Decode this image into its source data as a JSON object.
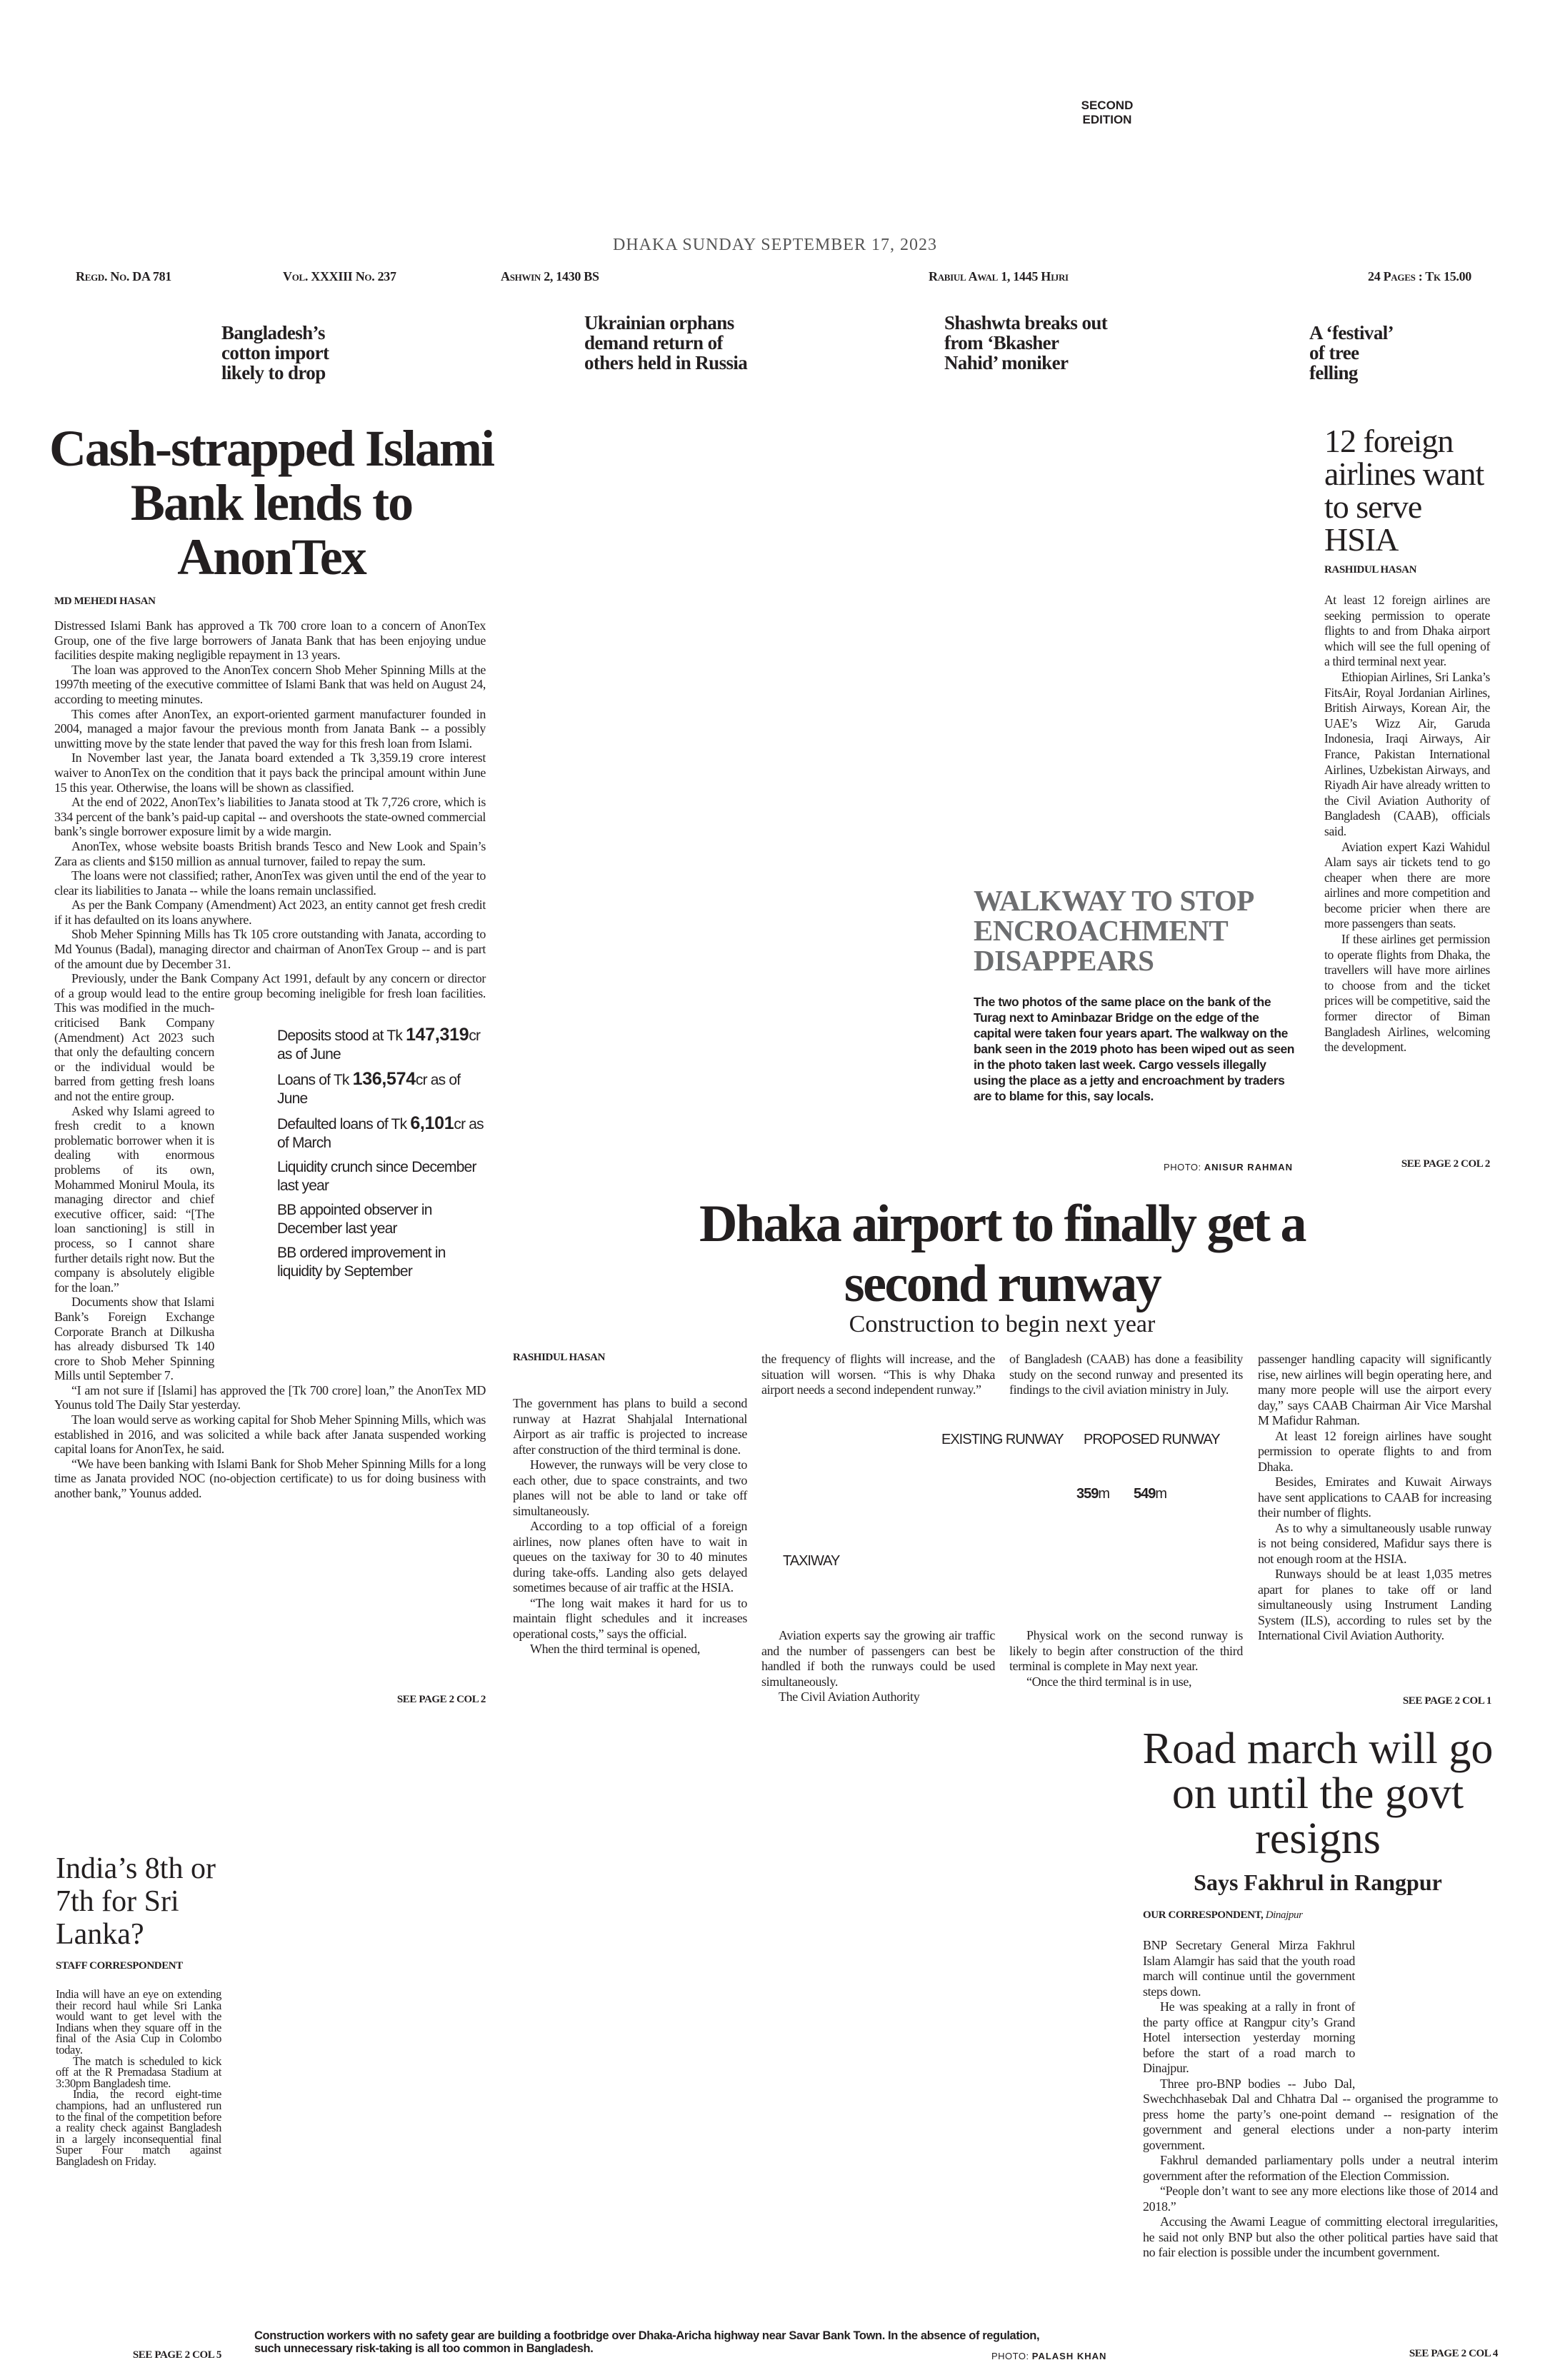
{
  "masthead": {
    "edition": "SECOND EDITION",
    "dateline": "DHAKA SUNDAY SEPTEMBER 17, 2023",
    "regd": "Regd. No. DA 781",
    "vol": "Vol. XXXIII No. 237",
    "bangla_date": "Ashwin 2, 1430 BS",
    "hijri_date": "Rabiul Awal 1, 1445 Hijri",
    "pages_price": "24 Pages : Tk 15.00"
  },
  "teasers": [
    "Bangladesh’s cotton import likely to drop",
    "Ukrainian orphans demand return of others held in Russia",
    "Shashwta breaks out from ‘Bkasher Nahid’ moniker",
    "A ‘festival’ of tree felling"
  ],
  "islami": {
    "headline": "Cash-strapped Islami Bank lends to AnonTex",
    "byline": "MD MEHEDI HASAN",
    "paras": [
      "Distressed Islami Bank has approved a Tk 700 crore loan to a concern of AnonTex Group, one of the five large borrowers of Janata Bank that has been enjoying undue facilities despite making negligible repayment in 13 years.",
      "The loan was approved to the AnonTex concern Shob Meher Spinning Mills at the 1997th meeting of the executive committee of Islami Bank that was held on August 24, according to meeting minutes.",
      "This comes after AnonTex, an export-oriented garment manufacturer founded in 2004, managed a major favour the previous month from Janata Bank -- a possibly unwitting move by the state lender that paved the way for this fresh loan from Islami.",
      "In November last year, the Janata board extended a Tk 3,359.19 crore interest waiver to AnonTex on the condition that it pays back the principal amount within June 15 this year. Otherwise, the loans will be shown as classified.",
      "At the end of 2022, AnonTex’s liabilities to Janata stood at Tk 7,726 crore, which is 334 percent of the bank’s paid-up capital -- and overshoots the state-owned commercial bank’s single borrower exposure limit by a wide margin.",
      "AnonTex, whose website boasts British brands Tesco and New Look and Spain’s Zara as clients and $150 million as annual turnover, failed to repay the sum.",
      "The loans were not classified; rather, AnonTex was given until the end of the year to clear its liabilities to Janata -- while the loans remain unclassified.",
      "As per the Bank Company (Amendment) Act 2023, an entity cannot get fresh credit if it has defaulted on its loans anywhere.",
      "Shob Meher Spinning Mills has Tk 105 crore outstanding with Janata, according to Md Younus (Badal), managing director and chairman of AnonTex Group -- and is part of the amount due by December 31.",
      "Previously, under the Bank Company Act 1991, default by any concern or director of a group would lead to the entire group becoming ineligible for fresh loan facilities. This was modified in the much-criticised Bank Company (Amendment) Act 2023 such that only the defaulting concern or the individual would be barred from getting fresh loans and not the entire group.",
      "Asked why Islami agreed to fresh credit to a known problematic borrower when it is dealing with enormous problems of its own, Mohammed Monirul Moula, its managing director and chief executive officer, said: “[The loan sanctioning] is still in process, so I cannot share further details right now. But the company is absolutely eligible for the loan.”",
      "Documents show that Islami Bank’s Foreign Exchange Corporate Branch at Dilkusha has already disbursed Tk 140 crore to Shob Meher Spinning Mills until September 7.",
      "“I am not sure if [Islami] has approved the [Tk 700 crore] loan,” the AnonTex MD Younus told The Daily Star yesterday.",
      "The loan would serve as working capital for Shob Meher Spinning Mills, which was established in 2016, and was solicited a while back after Janata suspended working capital loans for AnonTex, he said.",
      "“We have been banking with Islami Bank for Shob Meher Spinning Mills for a long time as Janata provided NOC (no-objection certificate) to us for doing business with another bank,” Younus added."
    ],
    "facts": [
      {
        "pre": "Deposits stood at Tk ",
        "num": "147,319",
        "post": "cr as of June"
      },
      {
        "pre": "Loans of Tk ",
        "num": "136,574",
        "post": "cr as of June"
      },
      {
        "pre": "Defaulted loans of Tk ",
        "num": "6,101",
        "post": "cr as of March"
      },
      {
        "pre": "Liquidity crunch since December last year"
      },
      {
        "pre": "BB appointed observer in December last year"
      },
      {
        "pre": "BB ordered improvement in liquidity by September"
      }
    ],
    "jump": "SEE PAGE 2  COL 2"
  },
  "hsia": {
    "headline": "12 foreign airlines want to serve HSIA",
    "byline": "RASHIDUL HASAN",
    "paras": [
      "At least 12 foreign airlines are seeking permission to operate flights to and from Dhaka airport which will see the full opening of a third terminal next year.",
      "Ethiopian Airlines, Sri Lanka’s FitsAir, Royal Jordanian Airlines, British Airways, Korean Air, the UAE’s Wizz Air, Garuda Indonesia, Iraqi Airways, Air France, Pakistan International Airlines, Uzbekistan Airways, and Riyadh Air have already written to the Civil Aviation Authority of Bangladesh (CAAB), officials said.",
      "Aviation expert Kazi Wahidul Alam says air tickets tend to go cheaper when there are more airlines and more competition and become pricier when there are more passengers than seats.",
      "If these airlines get permission to operate flights from Dhaka, the travellers will have more airlines to choose from and the ticket prices will be competitive, said the former director of Biman Bangladesh Airlines, welcoming the development."
    ],
    "jump": "SEE PAGE 2 COL 2"
  },
  "walkway": {
    "headline": "WALKWAY TO STOP ENCROACHMENT DISAPPEARS",
    "caption": "The two photos of the same place on the bank of the Turag next to Aminbazar Bridge on the edge of the capital were taken four years apart. The walkway on the bank seen in the 2019 photo has been wiped out as seen in the photo taken last week. Cargo vessels illegally using the place as a jetty and encroachment by traders are to blame for this, say locals.",
    "credit_label": "PHOTO:",
    "credit_name": "ANISUR RAHMAN"
  },
  "airport": {
    "headline": "Dhaka airport to finally get a second runway",
    "subhead": "Construction to begin next year",
    "byline": "RASHIDUL HASAN",
    "col1": [
      "The government has plans to build a second runway at Hazrat Shahjalal International Airport as air traffic is projected to increase after construction of the third terminal is done.",
      "However, the runways will be very close to each other, due to space constraints, and two planes will not be able to land or take off simultaneously.",
      "According to a top official of a foreign airlines, now planes often have to wait in queues on the taxiway for 30 to 40 minutes during take-offs. Landing also gets delayed sometimes because of air traffic at the HSIA.",
      "“The long wait makes it hard for us to maintain flight schedules and it increases operational costs,” says the official.",
      "When the third terminal is opened,"
    ],
    "col2_top": "the frequency of flights will increase, and the situation will worsen. “This is why Dhaka airport needs a second independent runway.”",
    "col2_bottom": [
      "Aviation experts say the growing air traffic and the number of passengers can best be handled if both the runways could be used simultaneously.",
      "The Civil Aviation Authority"
    ],
    "col3_top": "of Bangladesh (CAAB) has done a feasibility study on the second runway and presented its findings to the civil aviation ministry in July.",
    "col3_bottom": [
      "Physical work on the second runway is likely to begin after construction of the third terminal is complete in May next year.",
      "“Once the third terminal is in use,"
    ],
    "col4": [
      "passenger handling capacity will significantly rise, new airlines will begin operating here, and many more people will use the airport every day,” says CAAB Chairman Air Vice Marshal M Mafidur Rahman.",
      "At least 12 foreign airlines have sought permission to operate flights to and from Dhaka.",
      "Besides, Emirates and Kuwait Airways have sent applications to CAAB for increasing their number of flights.",
      "As to why a simultaneously usable runway is not being considered, Mafidur says there is not enough room at the HSIA.",
      "Runways should be at least 1,035 metres apart for planes to take off or land simultaneously using Instrument Landing System (ILS), according to rules set by the International Civil Aviation Authority."
    ],
    "graphic": {
      "existing": "EXISTING RUNWAY",
      "proposed": "PROPOSED RUNWAY",
      "dist1_num": "359",
      "dist2_num": "549",
      "unit": "m",
      "taxiway": "TAXIWAY"
    },
    "jump": "SEE PAGE 2 COL 1"
  },
  "road": {
    "headline": "Road march will go on until the govt resigns",
    "subhead": "Says Fakhrul in Rangpur",
    "byline": "OUR CORRESPONDENT,",
    "dateline": "Dinajpur",
    "paras": [
      "BNP Secretary General Mirza Fakhrul Islam Alamgir has said that the youth road march will continue until the government steps down.",
      "He was speaking at a rally in front of the party office at Rangpur city’s Grand Hotel intersection yesterday morning before the start of a road march to Dinajpur.",
      "Three pro-BNP bodies -- Jubo Dal, Swechchhasebak Dal and Chhatra Dal -- organised the programme to press home the party’s one-point demand -- resignation of the government and general elections under a non-party interim government.",
      "Fakhrul demanded parliamentary polls under a neutral interim government after the reformation of the Election Commission.",
      "“People don’t want to see any more elections like those of 2014 and 2018.”",
      "Accusing the Awami League of committing electoral irregularities, he said not only BNP but also the other political parties have said that no fair election is possible under the incumbent government."
    ],
    "jump": "SEE PAGE 2 COL 4"
  },
  "india": {
    "headline": "India’s 8th or 7th for Sri Lanka?",
    "byline": "STAFF CORRESPONDENT",
    "paras": [
      "India will have an eye on extending their record haul while Sri Lanka would want to get level with the Indians when they square off in the final of the Asia Cup in Colombo today.",
      "The match is scheduled to kick off at the R Premadasa Stadium at 3:30pm Bangladesh time.",
      "India, the record eight-time champions, had an unflustered run to the final of the competition before a reality check against Bangladesh in a largely inconsequential final Super Four match against Bangladesh on Friday."
    ],
    "jump": "SEE PAGE 2 COL 5"
  },
  "bottom_photo": {
    "caption": "Construction workers with no safety gear are building a footbridge over Dhaka-Aricha highway near Savar Bank Town. In the absence of regulation, such unnecessary risk-taking is all too common in Bangladesh.",
    "credit_label": "PHOTO:",
    "credit_name": "PALASH KHAN"
  }
}
